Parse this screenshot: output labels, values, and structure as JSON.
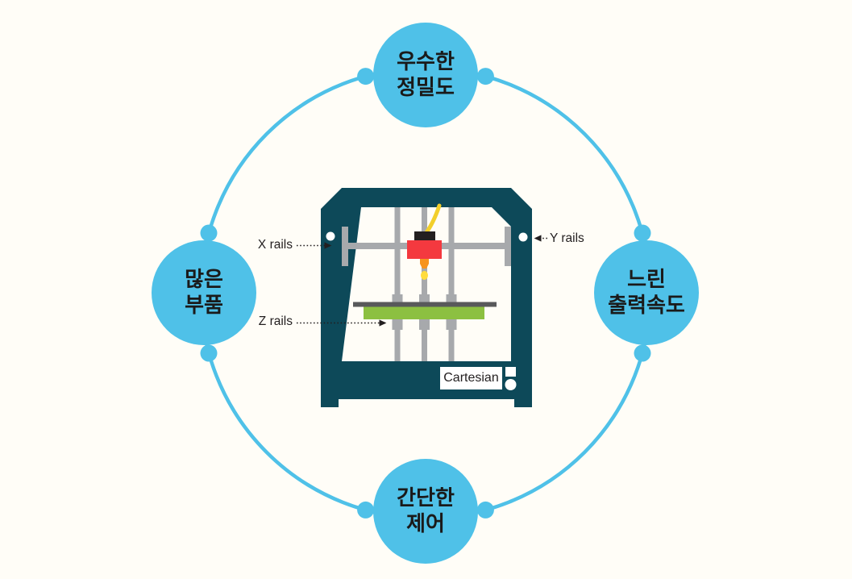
{
  "background": "#FFFDF7",
  "theme": {
    "node_blue": "#4FC1E8",
    "frame_teal": "#0D4959",
    "rail_gray": "#A7A9AC",
    "platform_gray": "#58595B",
    "bed_green": "#8CC041",
    "extruder_red": "#F4393F",
    "extruder_cap_black": "#231F20",
    "nozzle_orange": "#F7941E",
    "filament_yellow": "#F2CF2B",
    "droplet_yellow": "#FFDC3E",
    "node_text_dark": "#1A1A1A",
    "label_dark": "#231F20"
  },
  "nodes": {
    "top": {
      "lines": [
        "우수한",
        "정밀도"
      ]
    },
    "right": {
      "lines": [
        "느린",
        "출력속도"
      ]
    },
    "bottom": {
      "lines": [
        "간단한",
        "제어"
      ]
    },
    "left": {
      "lines": [
        "많은",
        "부품"
      ]
    }
  },
  "printer": {
    "x_rails_label": "X rails",
    "y_rails_label": "Y rails",
    "z_rails_label": "Z rails",
    "type_badge": "Cartesian"
  }
}
